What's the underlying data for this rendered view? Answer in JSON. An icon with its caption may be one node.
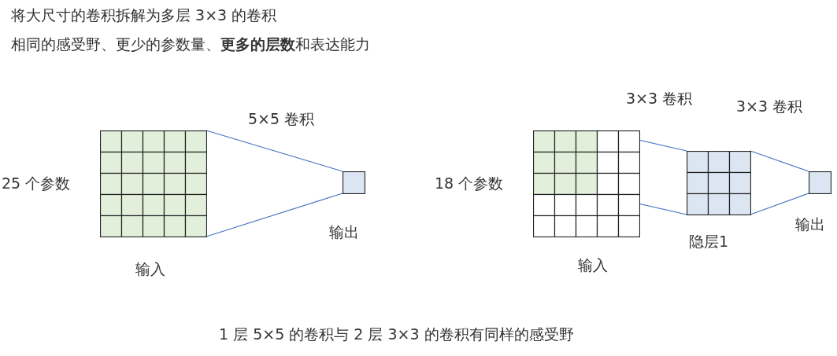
{
  "diagram": {
    "title": "将大尺寸的卷积拆解为多层 3×3 的卷积",
    "caption": "1 层 5×5 的卷积与 2 层 3×3 的卷积有同样的感受野",
    "nodes": [
      {
        "text": [],
        "shape": "grid",
        "beside": [
          "25 个参数",
          "输入"
        ]
      },
      {
        "text": [],
        "shape": "box",
        "beside": [
          "输出"
        ]
      },
      {
        "text": [],
        "shape": "grid",
        "beside": [
          "18 个参数",
          "输入"
        ]
      },
      {
        "text": [],
        "shape": "grid",
        "beside": [
          "隐层1"
        ]
      },
      {
        "text": [],
        "shape": "box",
        "beside": [
          "输出"
        ]
      }
    ],
    "edges": [
      {
        "from": 0,
        "to": 1,
        "arrow": "none",
        "label": "5×5 卷积"
      },
      {
        "from": 2,
        "to": 3,
        "arrow": "none",
        "label": "3×3 卷积"
      },
      {
        "from": 3,
        "to": 4,
        "arrow": "none",
        "label": "3×3 卷积"
      }
    ],
    "labels": [
      "相同的感受野、更少的参数量、**更多的层数**和表达能力"
    ]
  }
}
